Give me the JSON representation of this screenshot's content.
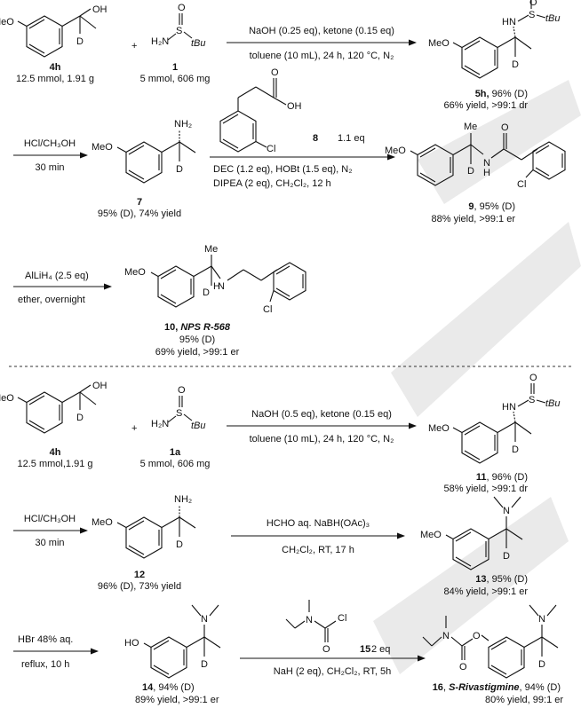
{
  "atoms": {
    "MeO": "MeO",
    "HO": "HO",
    "OH": "OH",
    "O": "O",
    "D": "D",
    "S": "S",
    "H2N": "H₂N",
    "HN": "HN",
    "NH2": "NH₂",
    "N": "N",
    "H": "H",
    "tBu": "tBu",
    "Me": "Me",
    "Cl": "Cl"
  },
  "top": {
    "plus": "+",
    "c4h": {
      "id": "4h",
      "amount": "12.5 mmol, 1.91 g"
    },
    "c1": {
      "id": "1",
      "amount": "5 mmol, 606 mg"
    },
    "step1": {
      "above": "NaOH (0.25 eq), ketone (0.15 eq)",
      "below": "toluene (10 mL), 24 h, 120 °C, N₂"
    },
    "c5h": {
      "id": "5h,",
      "dsuffix": " 96% (D)",
      "yield": "66% yield, >99:1 dr"
    },
    "step2": {
      "above": "HCl/CH₃OH",
      "below": "30 min"
    },
    "c7": {
      "id": "7",
      "yield": "95% (D), 74% yield"
    },
    "c8": {
      "id": "8",
      "eq": "1.1 eq"
    },
    "step3": {
      "line1": "DEC (1.2 eq), HOBt (1.5 eq), N₂",
      "line2": "DIPEA (2 eq), CH₂Cl₂, 12 h"
    },
    "c9": {
      "id": "9",
      "dsuffix": ", 95% (D)",
      "yield": "88% yield, >99:1 er"
    },
    "step4": {
      "above": "AlLiH₄  (2.5 eq)",
      "below": "ether, overnight"
    },
    "c10": {
      "id": "10",
      "sep": ", ",
      "name": "NPS R-568",
      "d": "95% (D)",
      "yield": "69% yield, >99:1 er"
    }
  },
  "bottom": {
    "plus": "+",
    "c4h": {
      "id": "4h",
      "amount": "12.5 mmol,1.91 g"
    },
    "c1a": {
      "id": "1a",
      "amount": "5 mmol, 606 mg"
    },
    "step1": {
      "above": "NaOH (0.5 eq), ketone (0.15 eq)",
      "below": "toluene (10 mL), 24 h, 120 °C, N₂"
    },
    "c11": {
      "id": "11",
      "dsuffix": ", 96% (D)",
      "yield": "58% yield, >99:1 dr"
    },
    "step2": {
      "above": "HCl/CH₃OH",
      "below": "30 min"
    },
    "c12": {
      "id": "12",
      "yield": "96% (D), 73% yield"
    },
    "step3": {
      "above": "HCHO aq. NaBH(OAc)₃",
      "below": "CH₂Cl₂, RT, 17 h"
    },
    "c13": {
      "id": "13",
      "dsuffix": ", 95% (D)",
      "yield": "84% yield, >99:1 er"
    },
    "step4": {
      "above": "HBr 48% aq.",
      "below": "reflux, 10 h"
    },
    "c14": {
      "id": "14",
      "dsuffix": ", 94% (D)",
      "yield": "89% yield, >99:1 er"
    },
    "c15": {
      "id": "15",
      "eq": " 2 eq"
    },
    "step5": {
      "below": "NaH (2 eq), CH₂Cl₂, RT, 5h"
    },
    "c16": {
      "id": "16",
      "sep": ", ",
      "name": "S-Rivastigmine",
      "dsuffix": ", 94% (D)",
      "yield": "80% yield, 99:1 er"
    }
  }
}
